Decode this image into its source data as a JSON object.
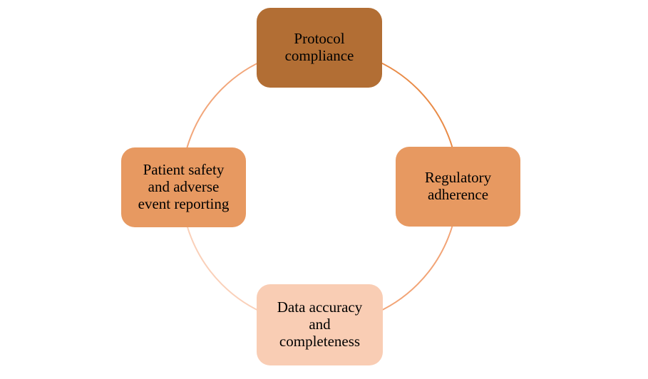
{
  "diagram": {
    "type": "cycle",
    "background_color": "#ffffff",
    "nodes": [
      {
        "id": "protocol-compliance",
        "label": "Protocol\ncompliance",
        "color": "#B26E34",
        "text_color": "#000000",
        "position": "top"
      },
      {
        "id": "regulatory-adherence",
        "label": "Regulatory\nadherence",
        "color": "#E79961",
        "text_color": "#000000",
        "position": "right"
      },
      {
        "id": "data-accuracy-and-completeness",
        "label": "Data accuracy\nand\ncompleteness",
        "color": "#F9CDB4",
        "text_color": "#000000",
        "position": "bottom"
      },
      {
        "id": "patient-safety-and-adverse-event-reporting",
        "label": "Patient safety\nand adverse\nevent reporting",
        "color": "#E79961",
        "text_color": "#000000",
        "position": "left"
      }
    ],
    "arcs": [
      {
        "segment": "top-to-right",
        "color": "#E98B47"
      },
      {
        "segment": "right-to-bottom",
        "color": "#F2A476"
      },
      {
        "segment": "bottom-to-left",
        "color": "#FAD0B9"
      },
      {
        "segment": "left-to-top",
        "color": "#F2A67A"
      }
    ]
  }
}
